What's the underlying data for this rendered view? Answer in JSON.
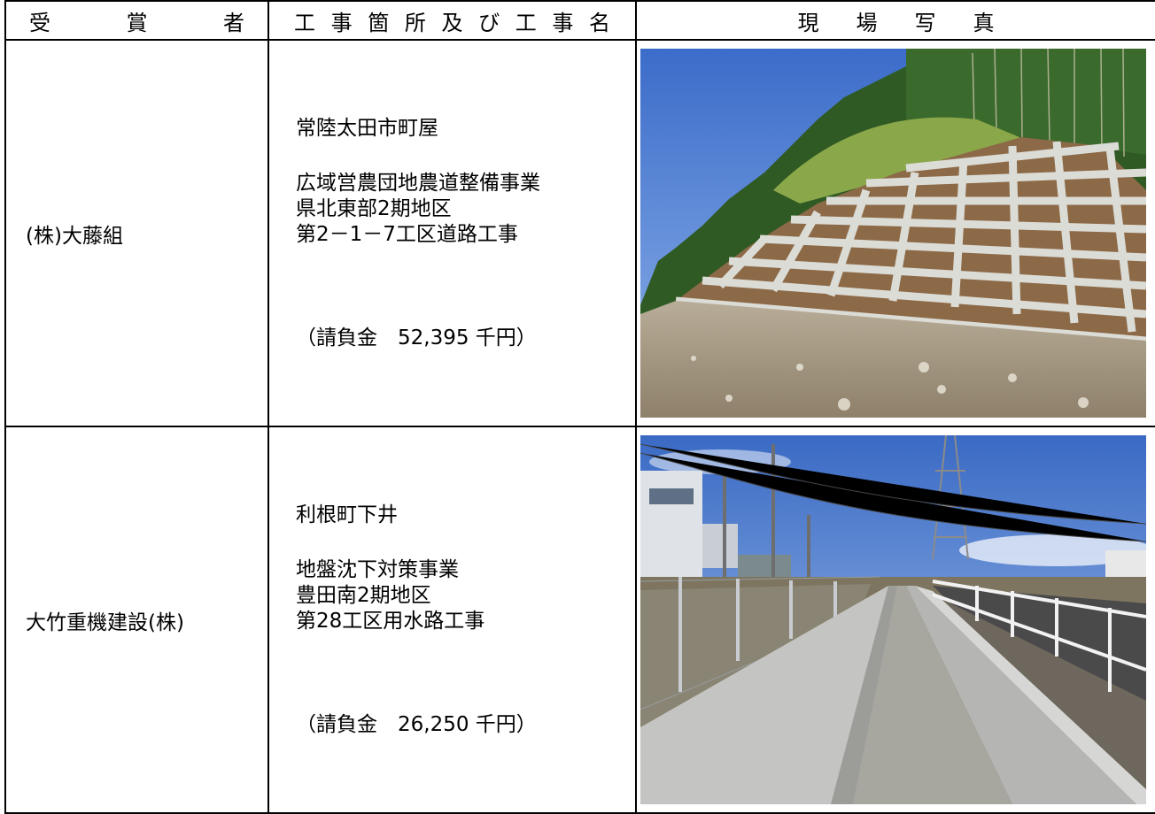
{
  "header": {
    "recipient_chars": [
      "受",
      "賞",
      "者"
    ],
    "work_chars": [
      "工",
      "事",
      "箇",
      "所",
      "及",
      "び",
      "工",
      "事",
      "名"
    ],
    "photo_chars": [
      "現",
      "場",
      "写",
      "真"
    ]
  },
  "rows": [
    {
      "recipient": "(株)大藤組",
      "location": "常陸太田市町屋",
      "work_lines": [
        "広域営農団地農道整備事業",
        "県北東部2期地区",
        "第2－1－7工区道路工事"
      ],
      "amount": "（請負金　52,395 千円）"
    },
    {
      "recipient": "大竹重機建設(株)",
      "location": "利根町下井",
      "work_lines": [
        "地盤沈下対策事業",
        "豊田南2期地区",
        "第28工区用水路工事"
      ],
      "amount": "（請負金　26,250 千円）"
    }
  ],
  "colors": {
    "sky1": "#5a86d6",
    "sky2": "#3f6fc8",
    "grass": "#7a9a3a",
    "forest": "#2e5a22",
    "concrete": "#d9d9d4",
    "soil": "#8a6a4a",
    "gravel": "#a39a88"
  }
}
